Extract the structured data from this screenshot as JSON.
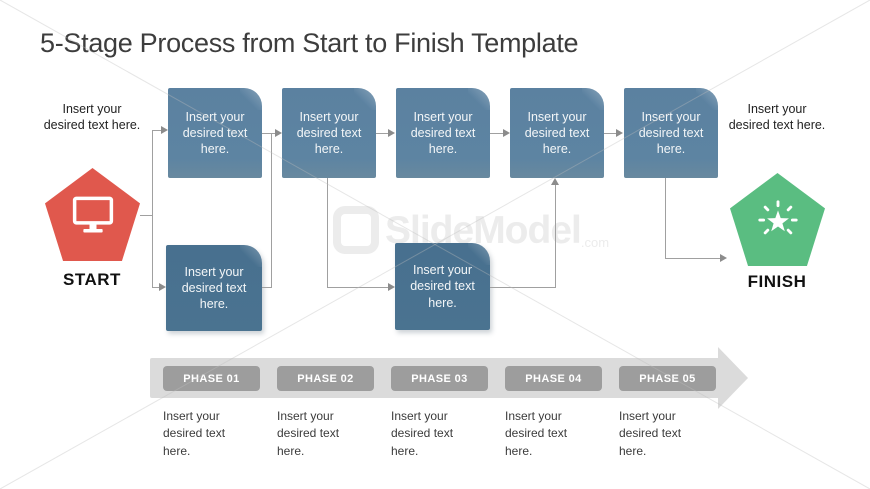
{
  "slide": {
    "title": "5-Stage Process from Start to Finish Template"
  },
  "start": {
    "caption": "Insert your desired text here.",
    "label": "START",
    "color": "#e0584d",
    "icon": "monitor-icon"
  },
  "finish": {
    "caption": "Insert your desired text here.",
    "label": "FINISH",
    "color": "#5abd81",
    "icon": "star-burst-icon"
  },
  "flow": {
    "top_boxes": [
      {
        "text": "Insert your desired text here."
      },
      {
        "text": "Insert your desired text here."
      },
      {
        "text": "Insert your desired text here."
      },
      {
        "text": "Insert your desired text here."
      },
      {
        "text": "Insert your desired text here."
      }
    ],
    "bottom_boxes": [
      {
        "text": "Insert your desired text here."
      },
      {
        "text": "Insert your desired text here."
      }
    ],
    "colors": {
      "top_box": "#5b81a0",
      "bottom_box": "#48708f",
      "connector": "#9a9a9a"
    }
  },
  "timeline": {
    "arrow_color": "#dbdbdb",
    "badge_color": "#9d9d9d",
    "phases": [
      {
        "label": "PHASE 01",
        "description": "Insert your desired text here."
      },
      {
        "label": "PHASE 02",
        "description": "Insert your desired text here."
      },
      {
        "label": "PHASE 03",
        "description": "Insert your desired text here."
      },
      {
        "label": "PHASE 04",
        "description": "Insert your desired text here."
      },
      {
        "label": "PHASE 05",
        "description": "Insert your desired text here."
      }
    ]
  },
  "watermark": {
    "brand": "SlideModel",
    "suffix": ".com"
  }
}
